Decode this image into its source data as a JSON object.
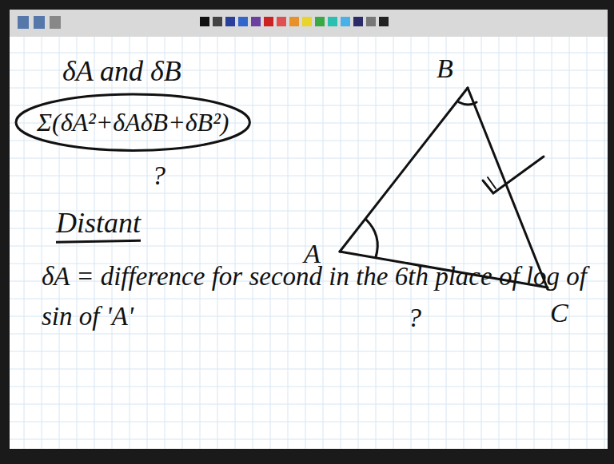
{
  "diagram": {
    "nodes": [
      {
        "text": [
          "Σ(δA²+δAδB+δB²)"
        ]
      }
    ],
    "labels": [
      "δA and δB",
      "?",
      "Distant",
      "δA = difference for second in the 6th place of log of sin of 'A'",
      "B",
      "A",
      "?",
      "C"
    ]
  }
}
